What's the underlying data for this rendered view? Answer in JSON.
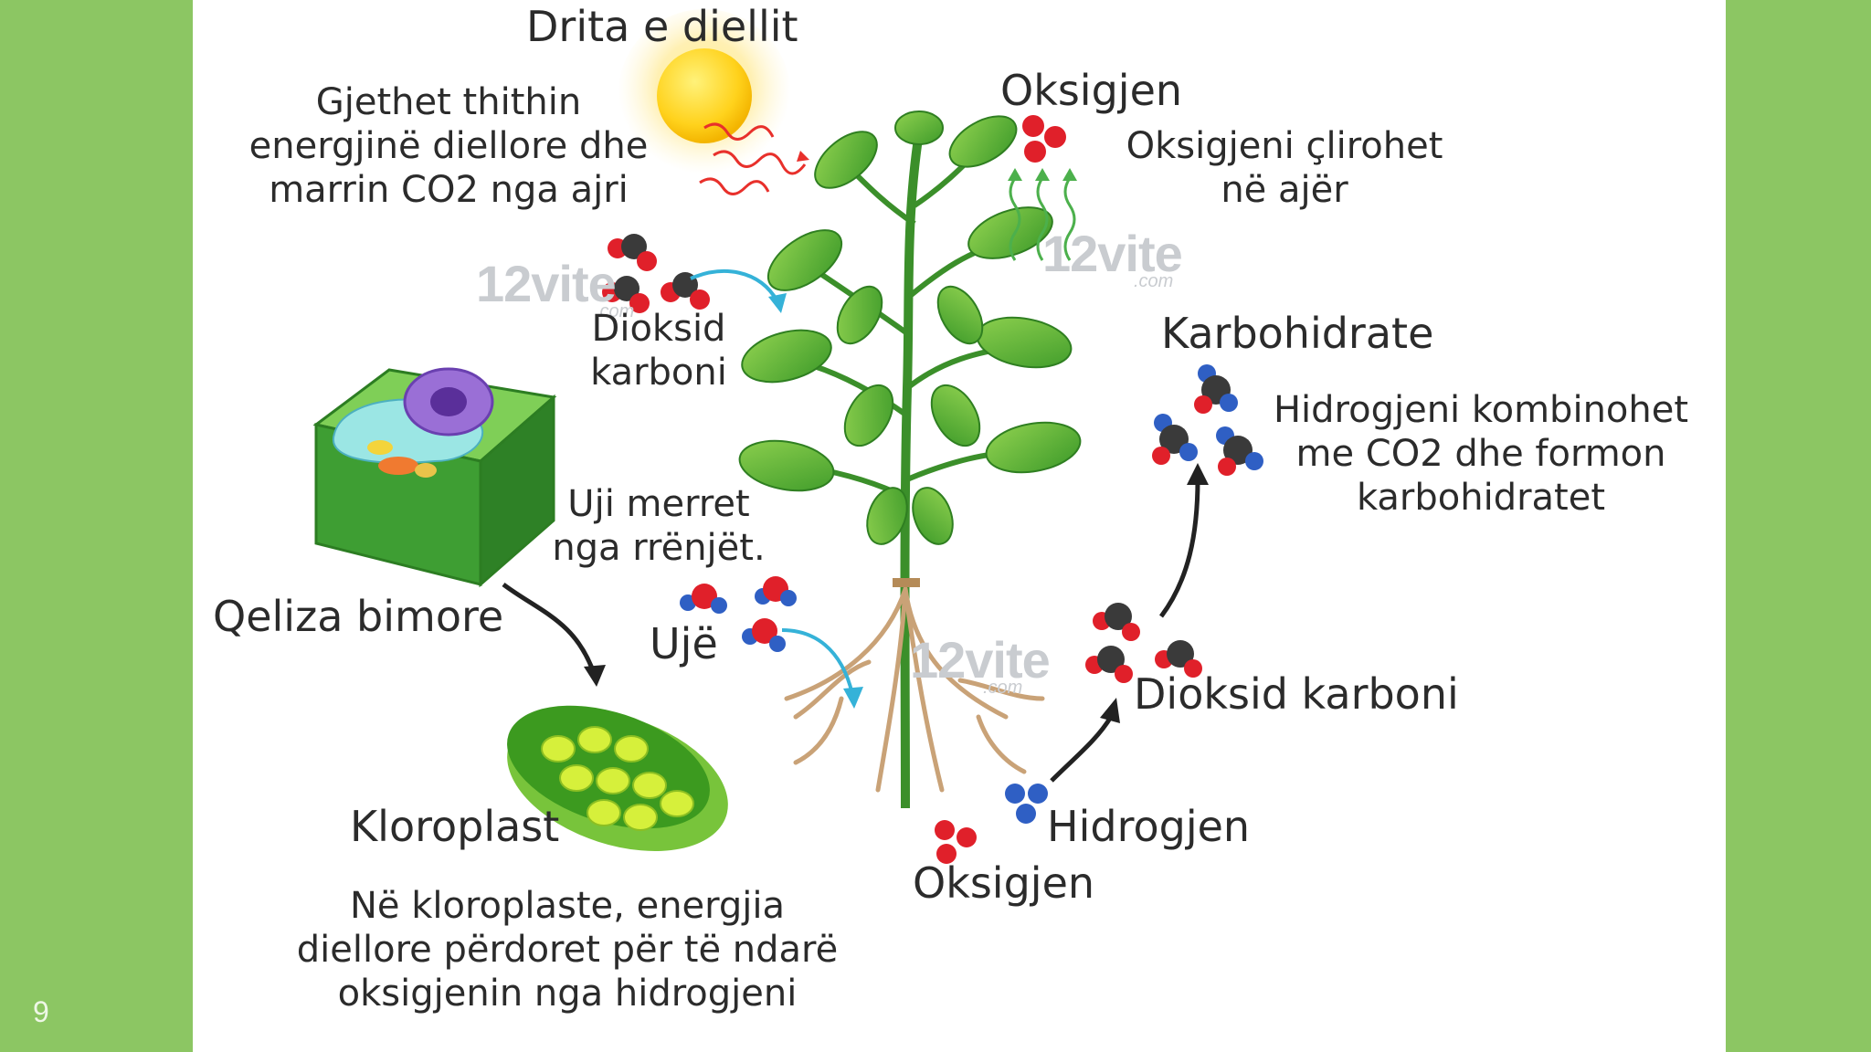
{
  "slide": {
    "page_number": "9"
  },
  "labels": {
    "sunlight": "Drita e diellit",
    "leaves_absorb": [
      "Gjethet thithin",
      "energjinë diellore dhe",
      "marrin CO2 nga ajri"
    ],
    "oxygen_top": "Oksigjen",
    "oxygen_released": [
      "Oksigjeni çlirohet",
      "në ajër"
    ],
    "co2_left": [
      "Dioksid",
      "karboni"
    ],
    "carbohydrates": "Karbohidrate",
    "hydrogen_combines": [
      "Hidrogjeni kombinohet",
      "me CO2 dhe formon",
      "karbohidratet"
    ],
    "water_taken": [
      "Uji merret",
      "nga rrënjët."
    ],
    "water": "Ujë",
    "plant_cell": "Qeliza bimore",
    "co2_right": "Dioksid karboni",
    "chloroplast": "Kloroplast",
    "hydrogen": "Hidrogjen",
    "oxygen_bottom": "Oksigjen",
    "chloroplast_note": [
      "Në kloroplaste, energjia",
      "diellore përdoret për të ndarë",
      "oksigjenin nga hidrogjeni"
    ]
  },
  "watermark": {
    "brand": "12vite",
    "suffix": ".com"
  },
  "colors": {
    "background": "#8cc663",
    "panel": "#ffffff",
    "text": "#2b2b2b",
    "oxygen_atom": "#e0202a",
    "carbon_atom": "#3a3a3a",
    "hydrogen_atom": "#2f5fc4",
    "arrow_blue": "#35b2d8",
    "leaf_green": "#5db336",
    "root_tan": "#c9a277"
  }
}
